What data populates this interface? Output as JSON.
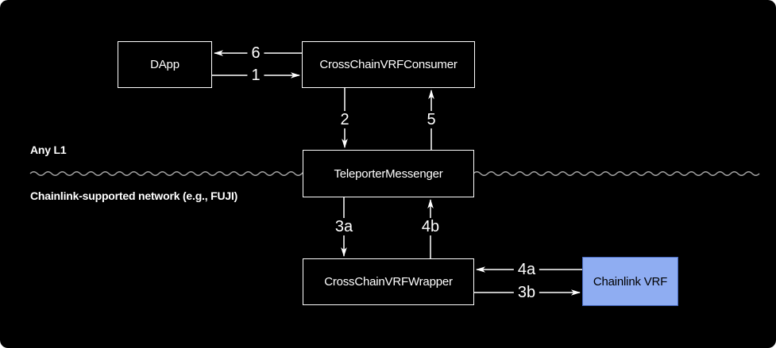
{
  "diagram": {
    "nodes": {
      "dapp": {
        "label": "DApp"
      },
      "consumer": {
        "label": "CrossChainVRFConsumer"
      },
      "teleporter": {
        "label": "TeleporterMessenger"
      },
      "wrapper": {
        "label": "CrossChainVRFWrapper"
      },
      "chainlink": {
        "label": "Chainlink VRF"
      }
    },
    "regions": {
      "top_label": "Any L1",
      "bottom_label": "Chainlink-supported network (e.g., FUJI)"
    },
    "edges": {
      "step1": "1",
      "step2": "2",
      "step3a": "3a",
      "step3b": "3b",
      "step4a": "4a",
      "step4b": "4b",
      "step5": "5",
      "step6": "6"
    },
    "colors": {
      "background": "#000000",
      "node_border": "#ffffff",
      "node_text": "#ffffff",
      "chainlink_fill": "#8fadf2",
      "chainlink_border": "#4668be",
      "divider": "#a6a6a6"
    }
  }
}
